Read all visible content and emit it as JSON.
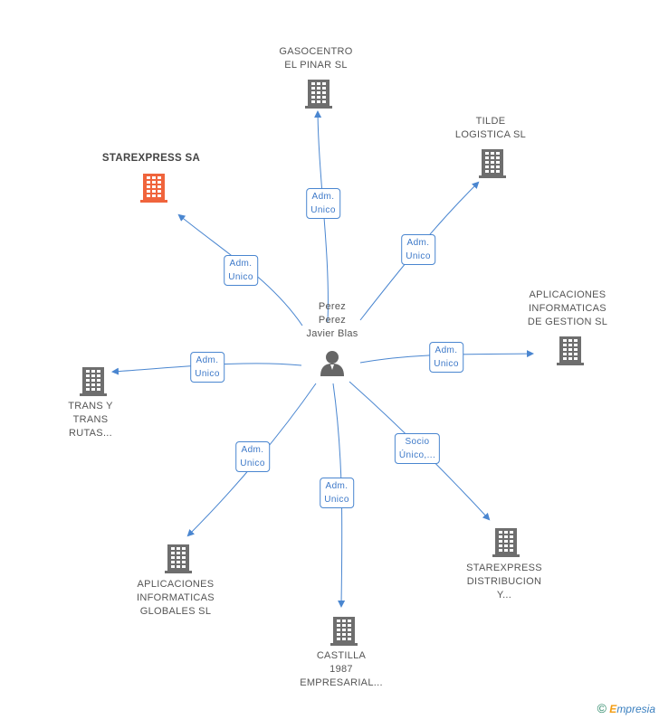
{
  "center": {
    "lines": [
      "Perez",
      "Perez",
      "Javier Blas"
    ]
  },
  "colors": {
    "edge": "#4a86d0",
    "building": "#6e6e6e",
    "building_highlight": "#f0643c"
  },
  "nodes": [
    {
      "id": "starexpress-sa",
      "lines": [
        "STAREXPRESS SA"
      ],
      "highlight": true
    },
    {
      "id": "gasocentro",
      "lines": [
        "GASOCENTRO",
        "EL PINAR SL"
      ]
    },
    {
      "id": "tilde",
      "lines": [
        "TILDE",
        "LOGISTICA SL"
      ]
    },
    {
      "id": "aplicaciones-gestion",
      "lines": [
        "APLICACIONES",
        "INFORMATICAS",
        "DE GESTION SL"
      ]
    },
    {
      "id": "trans",
      "lines": [
        "TRANS Y",
        "TRANS",
        "RUTAS..."
      ]
    },
    {
      "id": "aplicaciones-globales",
      "lines": [
        "APLICACIONES",
        "INFORMATICAS",
        "GLOBALES  SL"
      ]
    },
    {
      "id": "castilla",
      "lines": [
        "CASTILLA",
        "1987",
        "EMPRESARIAL..."
      ]
    },
    {
      "id": "starexpress-dist",
      "lines": [
        "STAREXPRESS",
        "DISTRIBUCION",
        "Y..."
      ]
    }
  ],
  "edges": [
    {
      "to": "starexpress-sa",
      "label": [
        "Adm.",
        "Unico"
      ]
    },
    {
      "to": "gasocentro",
      "label": [
        "Adm.",
        "Unico"
      ]
    },
    {
      "to": "tilde",
      "label": [
        "Adm.",
        "Unico"
      ]
    },
    {
      "to": "aplicaciones-gestion",
      "label": [
        "Adm.",
        "Unico"
      ]
    },
    {
      "to": "trans",
      "label": [
        "Adm.",
        "Unico"
      ]
    },
    {
      "to": "aplicaciones-globales",
      "label": [
        "Adm.",
        "Unico"
      ]
    },
    {
      "to": "castilla",
      "label": [
        "Adm.",
        "Unico"
      ]
    },
    {
      "to": "starexpress-dist",
      "label": [
        "Socio",
        "Único,..."
      ]
    }
  ],
  "footer": {
    "copyright": "©",
    "brand_initial": "E",
    "brand_rest": "mpresia"
  }
}
